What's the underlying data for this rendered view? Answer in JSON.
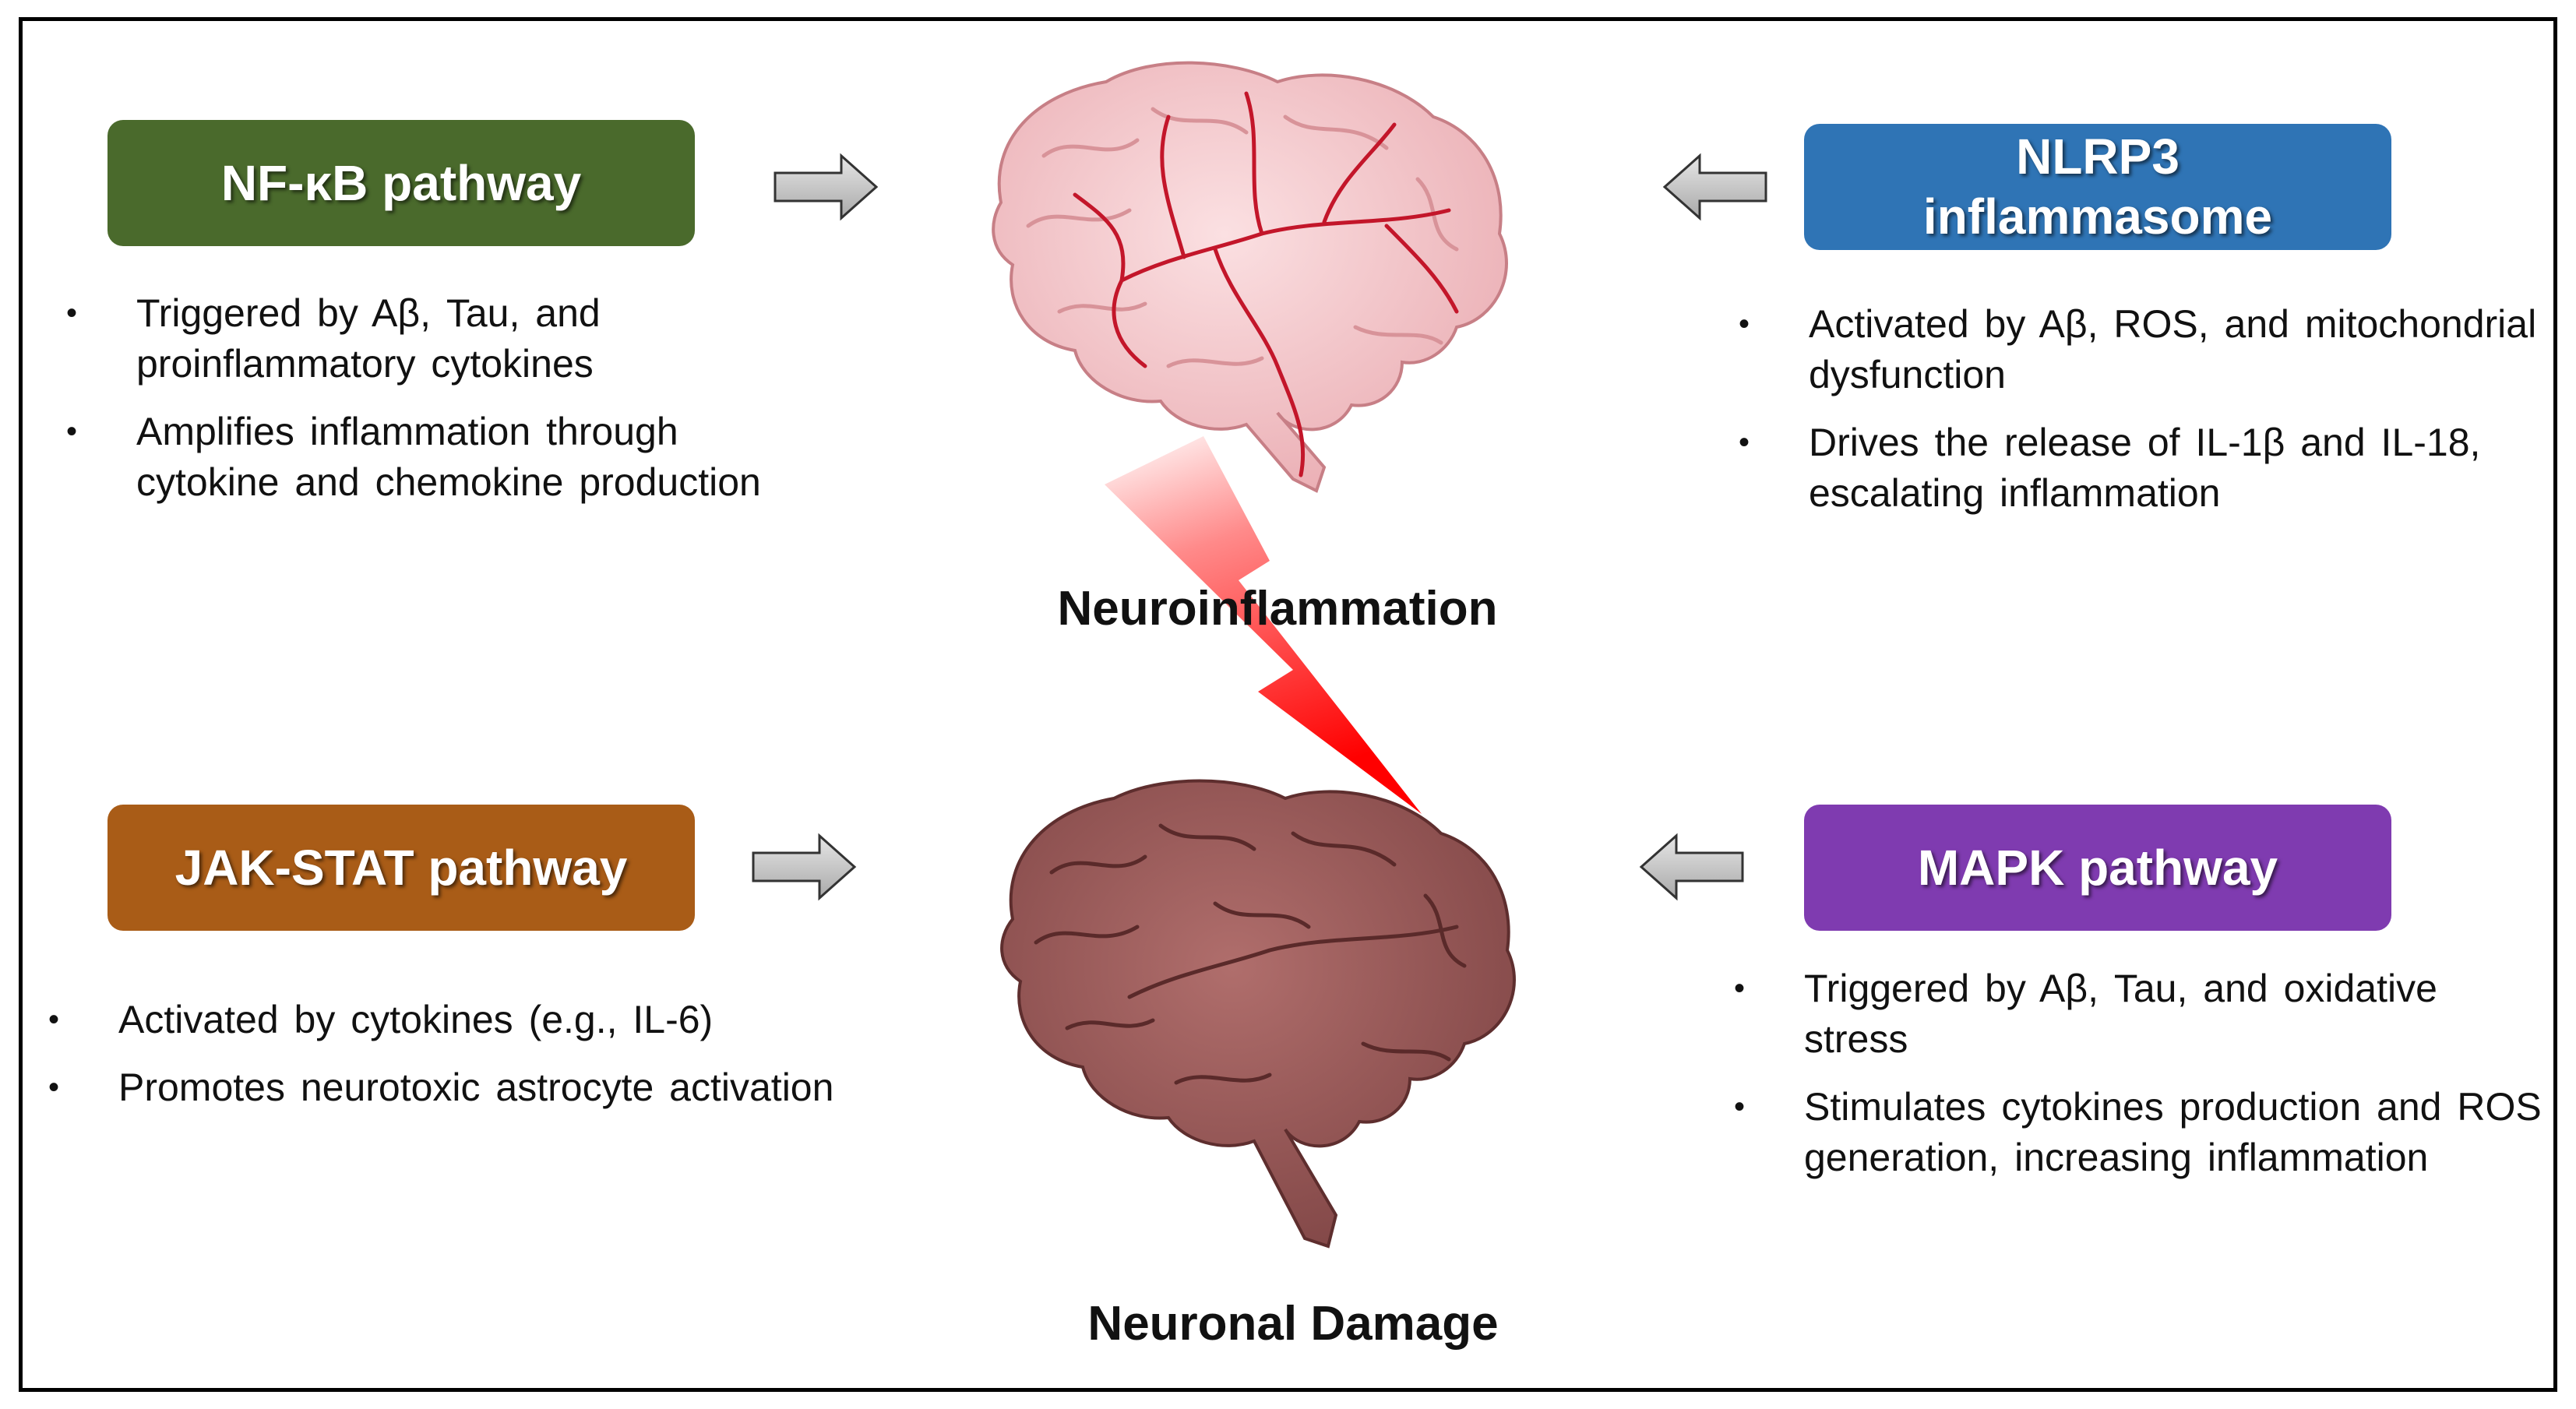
{
  "pathways": {
    "nfkb": {
      "title": "NF-κB pathway",
      "color": "#4a6a2c",
      "bullets": [
        "Triggered by Aβ, Tau, and proinflammatory cytokines",
        "Amplifies inflammation through cytokine and chemokine production"
      ]
    },
    "nlrp3": {
      "title_line1": "NLRP3",
      "title_line2": "inflammasome",
      "color": "#2f74b5",
      "bullets": [
        "Activated by Aβ, ROS, and mitochondrial dysfunction",
        "Drives the release of IL-1β and IL-18, escalating inflammation"
      ]
    },
    "jakstat": {
      "title": "JAK-STAT pathway",
      "color": "#a95c17",
      "bullets": [
        "Activated by cytokines (e.g., IL-6)",
        "Promotes neurotoxic astrocyte activation"
      ]
    },
    "mapk": {
      "title": "MAPK pathway",
      "color": "#7f3bb0",
      "bullets": [
        "Triggered by Aβ, Tau, and oxidative stress",
        "Stimulates cytokines production and ROS generation, increasing inflammation"
      ]
    }
  },
  "center": {
    "top_label": "Neuroinflammation",
    "bottom_label": "Neuronal Damage"
  },
  "icons": {
    "top_brain": "inflamed-brain-icon",
    "bottom_brain": "damaged-brain-icon",
    "bolt": "lightning-bolt-icon",
    "arrows": "block-arrow-icon"
  },
  "colors": {
    "inflamed_brain": "#f3c9cc",
    "blood_vessels": "#c3162a",
    "damaged_brain": "#9b5c5c",
    "bolt": "#ff1a1a",
    "arrow_fill": "#c8c8c8"
  }
}
